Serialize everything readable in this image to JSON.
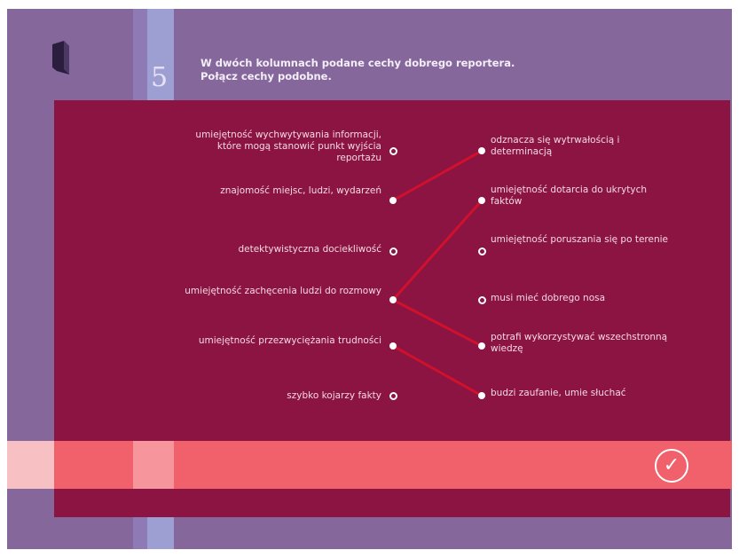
{
  "exercise": {
    "number": "5",
    "instruction_line1": "W dwóch kolumnach podane cechy dobrego reportera.",
    "instruction_line2": "Połącz cechy podobne."
  },
  "left_items": [
    {
      "text": "umiejętność wychwytywania informacji, które mogą stanowić punkt wyjścia reportażu",
      "connected": false
    },
    {
      "text": "znajomość miejsc, ludzi, wydarzeń",
      "connected": true
    },
    {
      "text": "detektywistyczna dociekliwość",
      "connected": false
    },
    {
      "text": "umiejętność zachęcenia ludzi do rozmowy",
      "connected": true
    },
    {
      "text": "umiejętność przezwyciężania trudności",
      "connected": true
    },
    {
      "text": "szybko kojarzy fakty",
      "connected": false
    }
  ],
  "right_items": [
    {
      "text": "odznacza się wytrwałością i determinacją",
      "connected": true
    },
    {
      "text": "umiejętność dotarcia do ukrytych faktów",
      "connected": true
    },
    {
      "text": "umiejętność poruszania się po terenie",
      "connected": false
    },
    {
      "text": "musi mieć dobrego nosa",
      "connected": false
    },
    {
      "text": "potrafi wykorzystywać wszechstronną wiedzę",
      "connected": true
    },
    {
      "text": "budzi zaufanie, umie słuchać",
      "connected": true
    }
  ],
  "connections": [
    [
      1,
      0
    ],
    [
      3,
      1
    ],
    [
      3,
      4
    ],
    [
      4,
      5
    ]
  ],
  "check_symbol": "✓",
  "colors": {
    "panel": "#8c1442",
    "line": "#d0102c",
    "bar": "#f0616c"
  }
}
